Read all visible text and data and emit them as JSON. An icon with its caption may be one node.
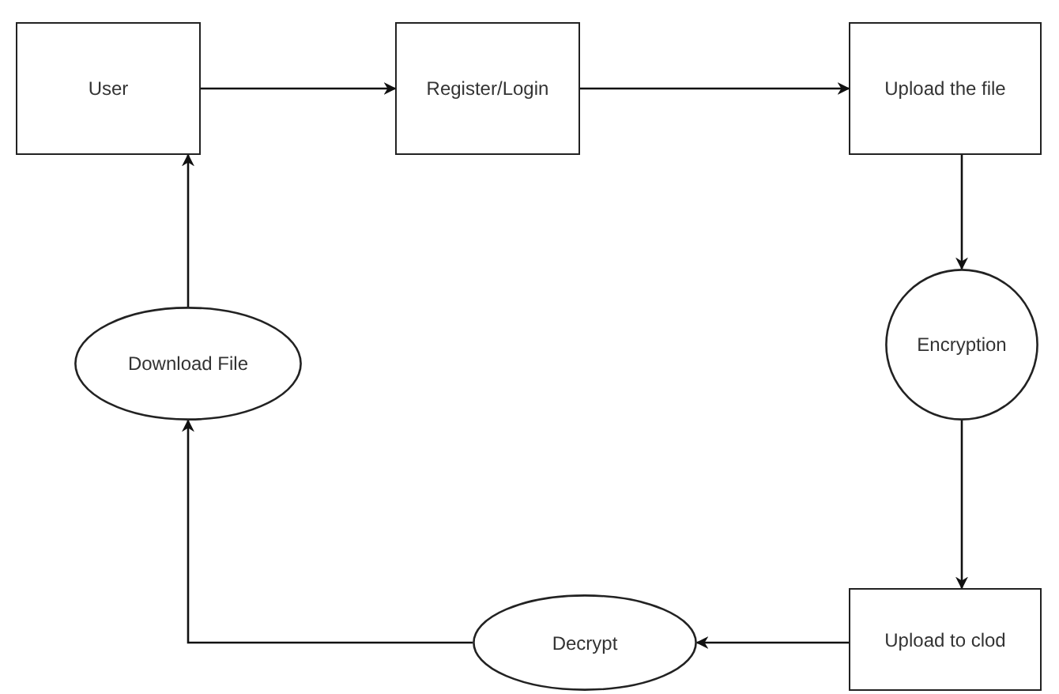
{
  "diagram": {
    "nodes": [
      {
        "text": [
          "User"
        ]
      },
      {
        "text": [
          "Register/Login"
        ]
      },
      {
        "text": [
          "Upload the file"
        ]
      },
      {
        "text": [
          "Encryption"
        ]
      },
      {
        "text": [
          "Upload to clod"
        ]
      },
      {
        "text": [
          "Decrypt"
        ]
      },
      {
        "text": [
          "Download File"
        ]
      }
    ],
    "edges": [
      {
        "from": 0,
        "to": 1,
        "arrow": "to"
      },
      {
        "from": 1,
        "to": 2,
        "arrow": "to"
      },
      {
        "from": 2,
        "to": 3,
        "arrow": "to"
      },
      {
        "from": 3,
        "to": 4,
        "arrow": "to"
      },
      {
        "from": 4,
        "to": 5,
        "arrow": "to"
      },
      {
        "from": 5,
        "to": 6,
        "arrow": "to"
      },
      {
        "from": 6,
        "to": 0,
        "arrow": "to"
      }
    ]
  }
}
